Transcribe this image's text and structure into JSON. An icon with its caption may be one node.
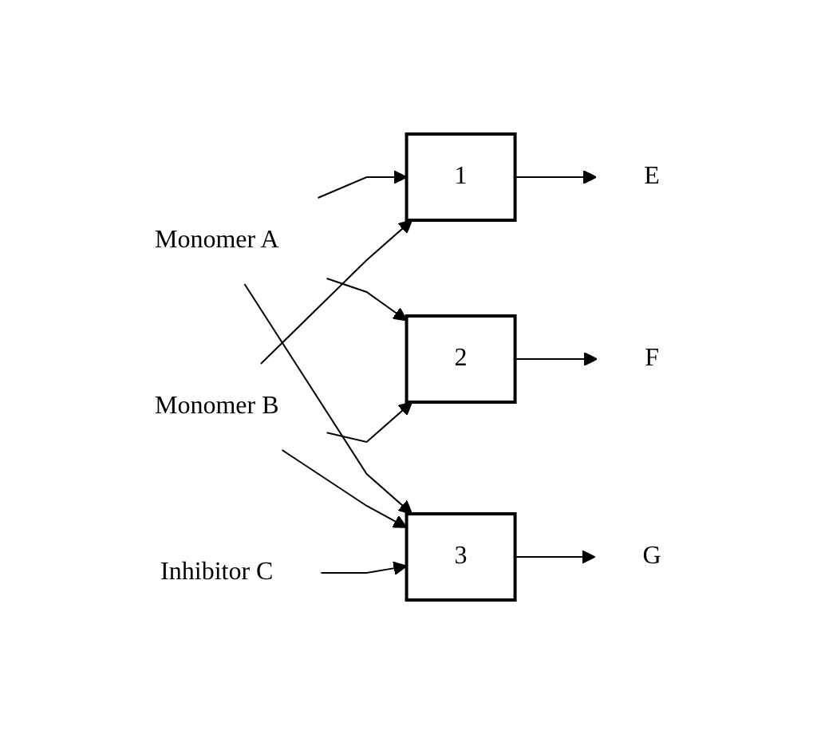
{
  "diagram": {
    "nodes": [
      {
        "text": [
          "Monomer A"
        ]
      },
      {
        "text": [
          "1"
        ]
      },
      {
        "text": [
          "E"
        ]
      },
      {
        "text": [
          "2"
        ]
      },
      {
        "text": [
          "F"
        ]
      },
      {
        "text": [
          "Monomer B"
        ]
      },
      {
        "text": [
          "3"
        ]
      },
      {
        "text": [
          "G"
        ]
      },
      {
        "text": [
          "Inhibitor C"
        ]
      }
    ],
    "edges": [
      {
        "from": 0,
        "to": 1,
        "arrow": "to"
      },
      {
        "from": 0,
        "to": 3,
        "arrow": "to"
      },
      {
        "from": 0,
        "to": 6,
        "arrow": "to"
      },
      {
        "from": 5,
        "to": 1,
        "arrow": "to"
      },
      {
        "from": 5,
        "to": 3,
        "arrow": "to"
      },
      {
        "from": 5,
        "to": 6,
        "arrow": "to"
      },
      {
        "from": 8,
        "to": 6,
        "arrow": "to"
      },
      {
        "from": 1,
        "to": 2,
        "arrow": "to"
      },
      {
        "from": 3,
        "to": 4,
        "arrow": "to"
      },
      {
        "from": 6,
        "to": 7,
        "arrow": "to"
      }
    ]
  }
}
